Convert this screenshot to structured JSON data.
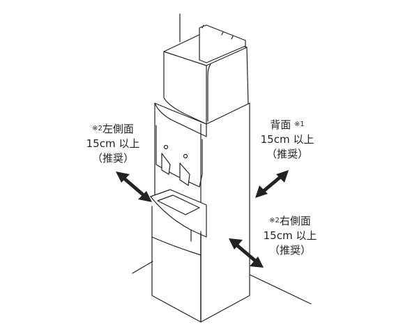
{
  "labels": {
    "left": {
      "note": "※2",
      "name": "左側面",
      "distance": "15cm 以上",
      "recommend": "（推奨）"
    },
    "back": {
      "name": "背面",
      "note": "※1",
      "distance": "15cm 以上",
      "recommend": "（推奨）"
    },
    "right": {
      "note": "※2",
      "name": "右側面",
      "distance": "15cm 以上",
      "recommend": "（推奨）"
    }
  },
  "colors": {
    "line": "#222222",
    "shade": "#d9d9d9",
    "fill": "#ffffff"
  },
  "icons": [
    "double-arrow-icon"
  ]
}
